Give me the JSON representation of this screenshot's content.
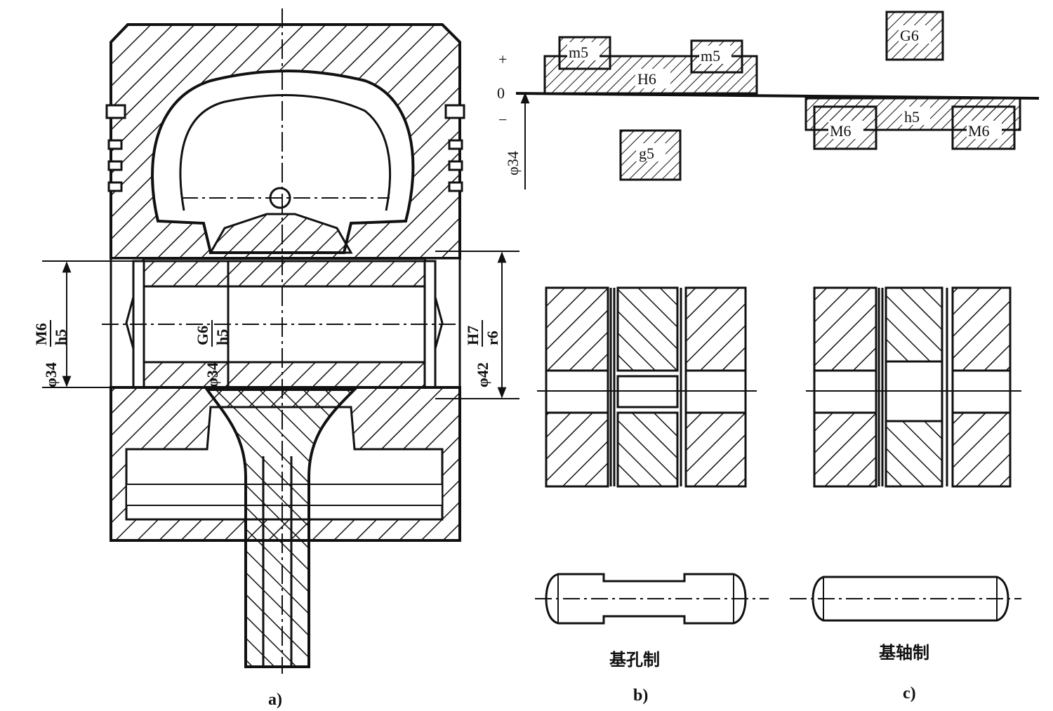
{
  "captions": {
    "a": "a)",
    "b": "b)",
    "c": "c)"
  },
  "systems": {
    "hole_basis": "基孔制",
    "shaft_basis": "基轴制"
  },
  "tolerance_chart": {
    "axis_plus": "+",
    "axis_zero": "0",
    "axis_minus": "−",
    "axis_size": "φ34",
    "zones": {
      "H6": "H6",
      "m5_left": "m5",
      "m5_right": "m5",
      "g5": "g5",
      "G6": "G6",
      "h5": "h5",
      "M6_left": "M6",
      "M6_right": "M6"
    }
  },
  "fit_labels": {
    "left_prefix": "φ34",
    "left_num": "M6",
    "left_den": "h5",
    "inner_prefix": "φ34",
    "inner_num": "G6",
    "inner_den": "h5",
    "right_prefix": "φ42",
    "right_num": "H7",
    "right_den": "r6"
  }
}
